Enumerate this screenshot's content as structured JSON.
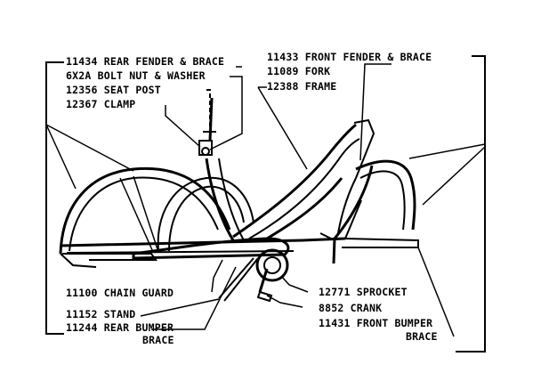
{
  "labels": {
    "rear_fender": "11434 REAR FENDER & BRACE",
    "bolt_nut": "6X2A BOLT NUT & WASHER",
    "seat_post": "12356 SEAT POST",
    "clamp": "12367 CLAMP",
    "front_fender": "11433 FRONT FENDER & BRACE",
    "fork": "11089 FORK",
    "frame": "12388 FRAME",
    "chain_guard": "11100 CHAIN GUARD",
    "stand": "11152 STAND",
    "rear_bumper_1": "11244 REAR BUMPER",
    "rear_bumper_2": "BRACE",
    "sprocket": "12771 SPROCKET",
    "crank": "8852 CRANK",
    "front_bumper_1": "11431 FRONT BUMPER",
    "front_bumper_2": "BRACE"
  }
}
